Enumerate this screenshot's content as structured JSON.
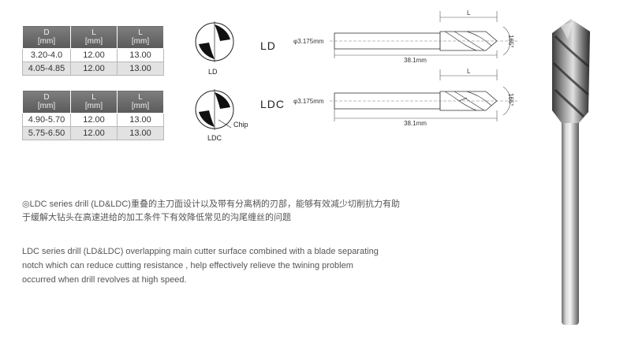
{
  "table1": {
    "headers": [
      {
        "name": "D",
        "unit": "[mm]"
      },
      {
        "name": "L",
        "unit": "[mm]"
      },
      {
        "name": "L",
        "unit": "[mm]"
      }
    ],
    "rows": [
      [
        "3.20-4.0",
        "12.00",
        "13.00"
      ],
      [
        "4.05-4.85",
        "12.00",
        "13.00"
      ]
    ]
  },
  "table2": {
    "headers": [
      {
        "name": "D",
        "unit": "[mm]"
      },
      {
        "name": "L",
        "unit": "[mm]"
      },
      {
        "name": "L",
        "unit": "[mm]"
      }
    ],
    "rows": [
      [
        "4.90-5.70",
        "12.00",
        "13.00"
      ],
      [
        "5.75-6.50",
        "12.00",
        "13.00"
      ]
    ]
  },
  "cross_sections": {
    "ld_label": "LD",
    "ldc_label": "LDC",
    "chip_label": "Chip"
  },
  "drawings": {
    "ld": {
      "title": "LD",
      "shank_diameter": "φ3.175mm",
      "length": "38.1mm",
      "angle": "165°",
      "l_label": "L"
    },
    "ldc": {
      "title": "LDC",
      "shank_diameter": "φ3.175mm",
      "length": "38.1mm",
      "angle": "165°",
      "l_label": "L"
    }
  },
  "description": {
    "cn_line1": "◎LDC series drill (LD&LDC)重叠的主刀面设计以及带有分离柄的刃部，能够有效减少切削抗力有助",
    "cn_line2": "于缓解大钻头在高速进给的加工条件下有效降低常见的沟尾缠丝的问题",
    "en_line1": "LDC series drill (LD&LDC) overlapping main cutter surface combined with a blade separating",
    "en_line2": "notch which can reduce cutting resistance , help effectively relieve the twining problem",
    "en_line3": "occurred when drill revolves at high speed."
  }
}
